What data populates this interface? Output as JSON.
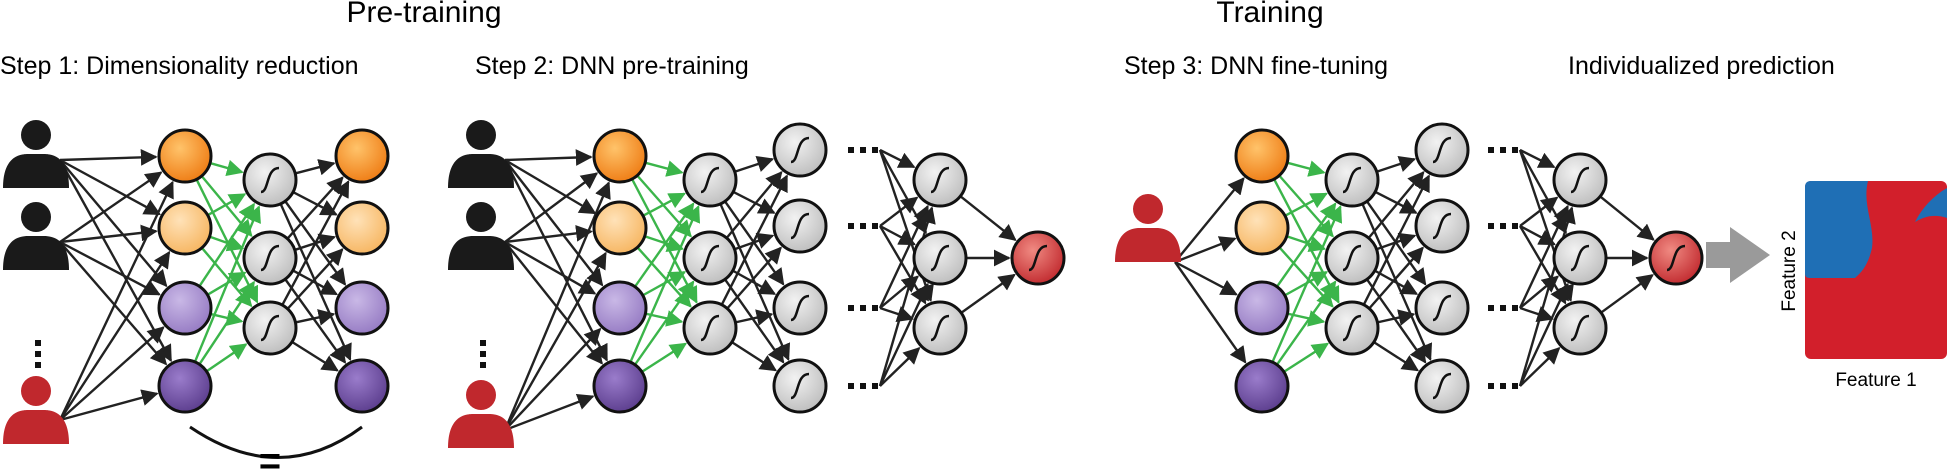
{
  "sections": {
    "pretraining": "Pre-training",
    "training": "Training"
  },
  "steps": {
    "step1": "Step 1: Dimensionality reduction",
    "step2": "Step 2: DNN pre-training",
    "step3": "Step 3: DNN fine-tuning",
    "prediction": "Individualized prediction"
  },
  "equals_symbol": "=",
  "ellipsis": "…",
  "prediction_map": {
    "xlabel": "Feature 1",
    "ylabel": "Feature 2",
    "colors": {
      "class_a": "#1f6fb5",
      "class_b": "#d21f2b"
    }
  },
  "colors": {
    "person_black": "#1a1a1a",
    "person_red": "#c0282d",
    "node_orange": "#f08a24",
    "node_light_orange": "#fbc27a",
    "node_light_purple": "#a28bc9",
    "node_dark_purple": "#6a4c9c",
    "node_gray": "#cfcfcf",
    "node_output": "#d0453f",
    "edge_black": "#222222",
    "edge_green": "#3bb54a",
    "arrow_gray": "#9a9a9a"
  },
  "icons": {
    "person": "person-silhouette-icon",
    "sigmoid": "sigmoid-icon"
  }
}
